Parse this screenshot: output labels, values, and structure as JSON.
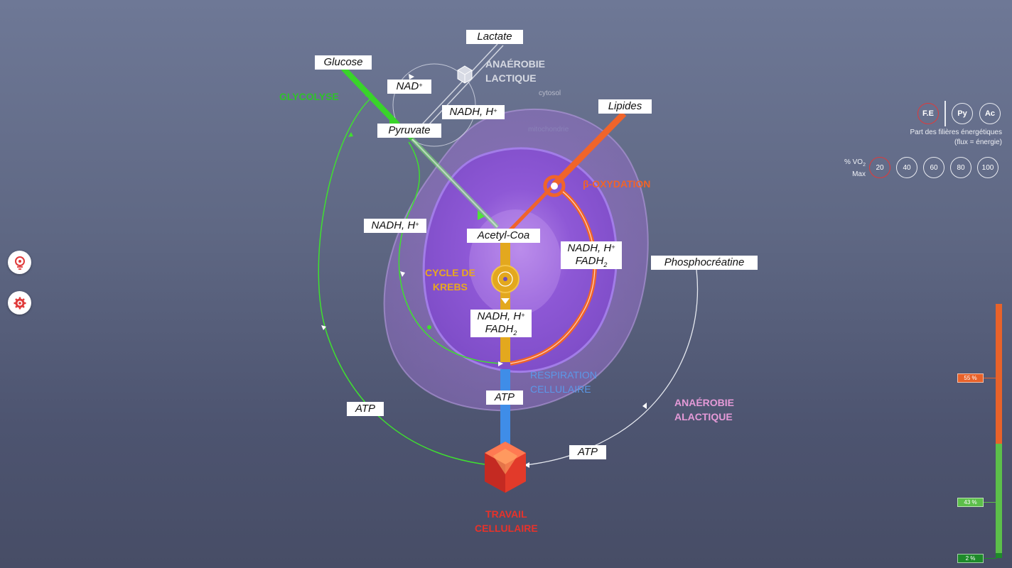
{
  "labels": {
    "lactate": "Lactate",
    "glucose": "Glucose",
    "nad": "NAD",
    "nad_sup": "+",
    "nadh1": "NADH, H",
    "nadh1_sup": "+",
    "pyruvate": "Pyruvate",
    "lipides": "Lipides",
    "nadh2": "NADH, H",
    "nadh2_sup": "+",
    "acetyl": "Acetyl-Coa",
    "nadh3_l1": "NADH, H",
    "nadh3_sup": "+",
    "nadh3_l2": "FADH",
    "nadh3_sub": "2",
    "nadh4_l1": "NADH, H",
    "nadh4_sup": "+",
    "nadh4_l2": "FADH",
    "nadh4_sub": "2",
    "phospho": "Phosphocréatine",
    "atp_center": "ATP",
    "atp_left": "ATP",
    "atp_right": "ATP"
  },
  "zones": {
    "anaerobie_lactique_1": "ANAÉROBIE",
    "anaerobie_lactique_2": "LACTIQUE",
    "glycolyse": "GLYCOLYSE",
    "cytosol": "cytosol",
    "mitochondrie": "mitochondrie",
    "beta": "β-OXYDATION",
    "krebs_1": "CYCLE DE",
    "krebs_2": "KREBS",
    "respiration_1": "RESPIRATION",
    "respiration_2": "CELLULAIRE",
    "alactique_1": "ANAÉROBIE",
    "alactique_2": "ALACTIQUE",
    "travail_1": "TRAVAIL",
    "travail_2": "CELLULAIRE"
  },
  "panel": {
    "filieres": [
      {
        "label": "F.E",
        "active": true
      },
      {
        "label": "Py",
        "active": false
      },
      {
        "label": "Ac",
        "active": false
      }
    ],
    "caption_1": "Part des filières énergétiques",
    "caption_2": "(flux = énergie)",
    "vo2_label_1": "% VO",
    "vo2_sub": "2",
    "vo2_label_2": "Max",
    "vo2_options": [
      {
        "label": "20",
        "active": true
      },
      {
        "label": "40",
        "active": false
      },
      {
        "label": "60",
        "active": false
      },
      {
        "label": "80",
        "active": false
      },
      {
        "label": "100",
        "active": false
      }
    ]
  },
  "sidebar": {
    "location_icon": "location-pin-icon",
    "settings_icon": "gear-icon"
  },
  "energy_bar": [
    {
      "label": "55 %",
      "value": 55,
      "color": "#e8622a"
    },
    {
      "label": "43 %",
      "value": 43,
      "color": "#5cbf4a"
    },
    {
      "label": "2 %",
      "value": 2,
      "color": "#1e8a2a"
    }
  ],
  "colors": {
    "glycolyse": "#39d42a",
    "lipides": "#f0642a",
    "krebs": "#e3a81e",
    "respiration": "#3f8de8",
    "travail": "#e8322a",
    "alactique": "#e59ad8"
  }
}
